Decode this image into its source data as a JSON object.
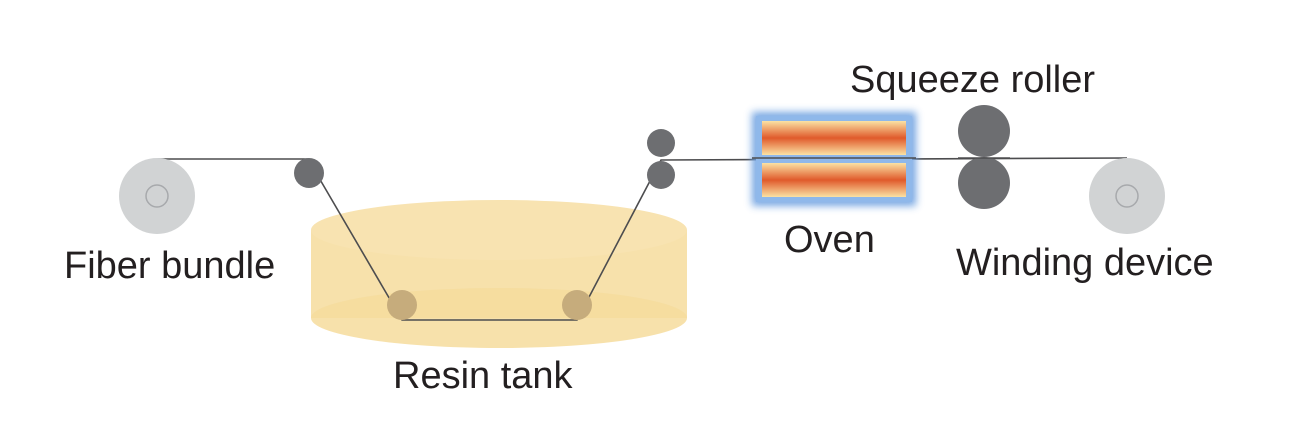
{
  "labels": {
    "fiber_bundle": "Fiber bundle",
    "resin_tank": "Resin tank",
    "oven": "Oven",
    "squeeze_roller": "Squeeze roller",
    "winding_device": "Winding device"
  },
  "colors": {
    "resin": "#f6dc9c",
    "resin_top": "#f9e4b0",
    "roller_dark": "#6d6e71",
    "spool_gray": "#d1d3d4",
    "oven_glow": "#6a9fe0",
    "oven_hot": "#e05a2b",
    "oven_warm": "#f7d38a",
    "fiber_line": "#4d4d4f",
    "text": "#231f20"
  },
  "icons": {
    "spool": "spool-icon",
    "guide_roller": "roller-icon",
    "oven": "oven-icon"
  }
}
